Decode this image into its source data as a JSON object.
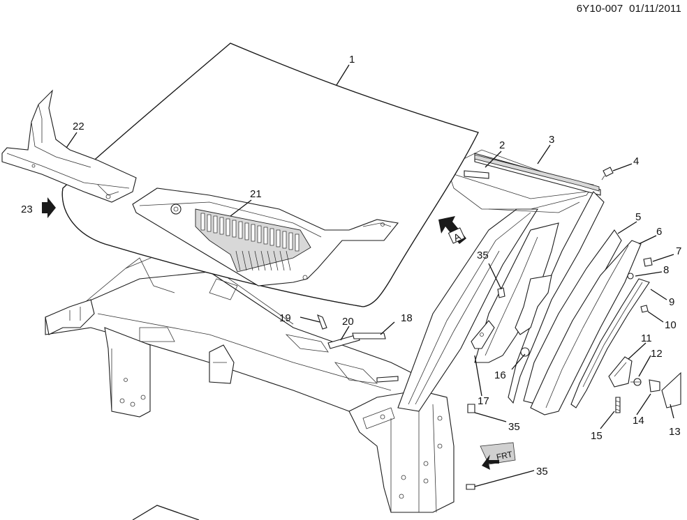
{
  "header": {
    "code": "6Y10-007",
    "date": "01/11/2011"
  },
  "callouts": {
    "c1": "1",
    "c2": "2",
    "c3": "3",
    "c4": "4",
    "c5": "5",
    "c6": "6",
    "c7": "7",
    "c8": "8",
    "c9": "9",
    "c10": "10",
    "c11": "11",
    "c12": "12",
    "c13": "13",
    "c14": "14",
    "c15": "15",
    "c16": "16",
    "c17": "17",
    "c18": "18",
    "c19": "19",
    "c20": "20",
    "c21": "21",
    "c22": "22",
    "c23": "23",
    "c35a": "35",
    "c35b": "35",
    "c35c": "35"
  },
  "view_marker": "A",
  "front_marker": "FRT",
  "colors": {
    "ink": "#1a1a1a",
    "shade": "#d8d8d8",
    "paper": "#ffffff"
  }
}
